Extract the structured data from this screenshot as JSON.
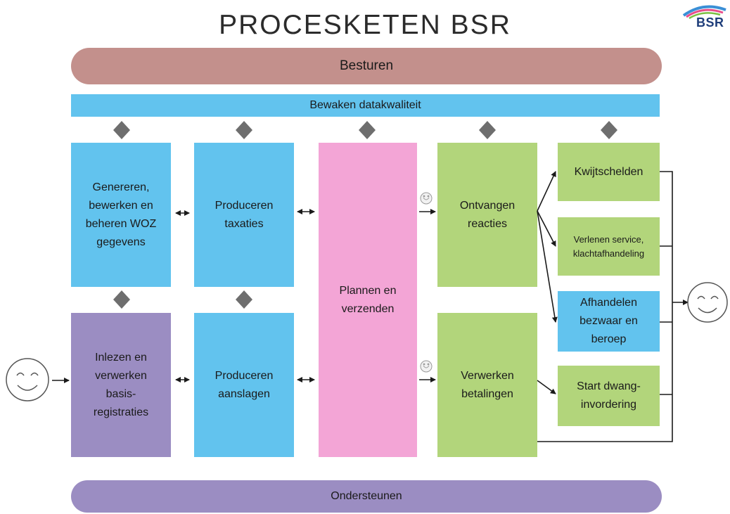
{
  "title": "PROCESKETEN BSR",
  "logo": {
    "text": "BSR"
  },
  "top_band": "Besturen",
  "data_bar": "Bewaken datakwaliteit",
  "bottom_band": "Ondersteunen",
  "boxes": {
    "genereren": "Genereren, bewerken en beheren WOZ gegevens",
    "inlezen": "Inlezen en verwerken basis- registraties",
    "taxaties": "Produceren taxaties",
    "aanslagen": "Produceren aanslagen",
    "plannen": "Plannen en verzenden",
    "ontvangen": "Ontvangen reacties",
    "betalingen": "Verwerken betalingen",
    "kwijtschelden": "Kwijtschelden",
    "service": "Verlenen service, klachtafhandeling",
    "bezwaar": "Afhandelen bezwaar en beroep",
    "dwang": "Start dwang- invordering"
  },
  "colors": {
    "besturen": "#c3908c",
    "data_bar": "#62c3ee",
    "blue": "#62c3ee",
    "pink": "#f3a5d6",
    "green": "#b2d57b",
    "purple": "#9b8dc2",
    "ondersteunen": "#9b8dc2",
    "diamond": "#6e6e6e",
    "arrow": "#1a1a1a"
  },
  "icons": [
    "smiley-icon",
    "diamond-icon",
    "arrow-icon",
    "bsr-logo-icon"
  ]
}
